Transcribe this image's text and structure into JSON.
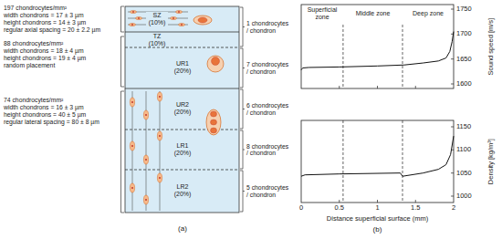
{
  "diagram": {
    "nodes": [
      {
        "text": [
          "SZ (10%)"
        ]
      },
      {
        "text": [
          "TZ (10%)"
        ]
      },
      {
        "text": [
          "UR1 (20%)"
        ]
      },
      {
        "text": [
          "UR2 (20%)"
        ]
      },
      {
        "text": [
          "LR1 (20%)"
        ]
      },
      {
        "text": [
          "LR2 (20%)"
        ]
      }
    ],
    "labels": [
      "197 chondrocytes/mm²",
      "width chondrons = 17 ± 3 µm",
      "height chondrons = 14 ± 3 µm",
      "regular axial spacing = 20 ± 2.2 µm",
      "88 chondrocytes/mm²",
      "width chondrons = 18 ± 4 µm",
      "height chondrons = 19 ± 4 µm",
      "random placement",
      "74 chondrocytes/mm²",
      "width chondrons = 16 ± 3 µm",
      "height chondrons = 40 ± 5 µm",
      "regular lateral spacing = 80 ± 8 µm",
      "1 chondrocytes / chondron",
      "7 chondrocytes / chondron",
      "6 chondrocytes / chondron",
      "8 chondrocytes / chondron",
      "5 chondrocytes / chondron",
      "(a)",
      "Superficial zone",
      "Middle zone",
      "Deep zone",
      "1750",
      "1700",
      "1650",
      "1600",
      "Sound speed [m/s]",
      "1150",
      "1100",
      "1050",
      "1000",
      "Density [kg/m³]",
      "0",
      "0.5",
      "1",
      "1.5",
      "2",
      "Distance superficial surface (mm)",
      "(b)"
    ]
  }
}
